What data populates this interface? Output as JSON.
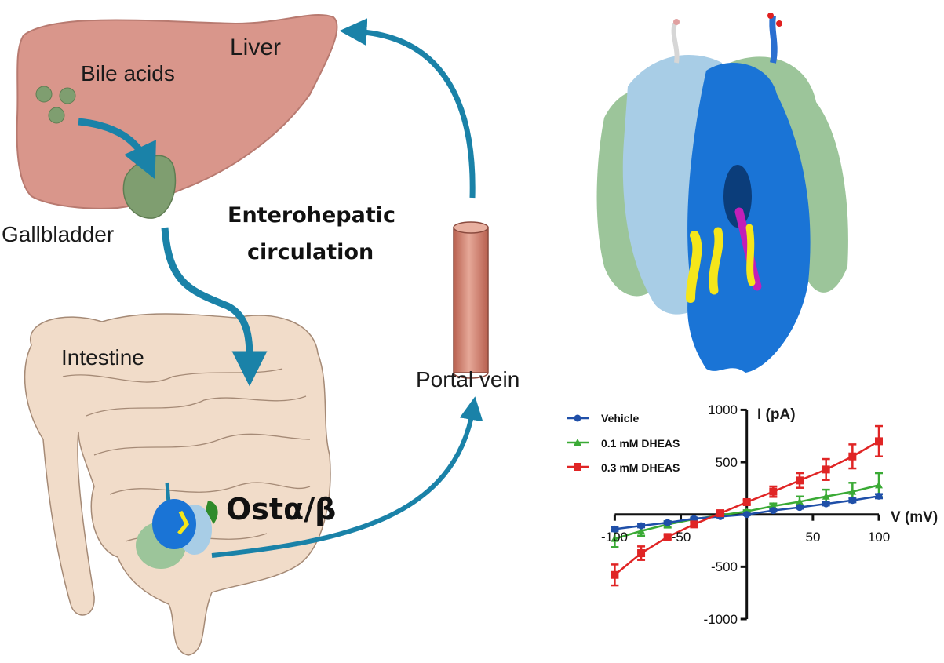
{
  "labels": {
    "liver": "Liver",
    "bile_acids": "Bile acids",
    "gallbladder": "Gallbladder",
    "cycle_line1": "Enterohepatic",
    "cycle_line2": "circulation",
    "intestine": "Intestine",
    "portal_vein": "Portal vein",
    "transporter": "Ostα/β"
  },
  "colors": {
    "arrow": "#1a82a8",
    "liver": "#d9968b",
    "gallbladder": "#7f9e70",
    "intestine": "#f1dcc9",
    "vein": "#c9786a",
    "protein_dark": "#1a74d6",
    "protein_light": "#a8cde6",
    "protein_green": "#9cc59a"
  },
  "chart_data": {
    "type": "line",
    "title": "",
    "xlabel": "V (mV)",
    "ylabel": "I (pA)",
    "xlim": [
      -100,
      100
    ],
    "ylim": [
      -1000,
      1000
    ],
    "x_ticks": [
      "-100",
      "-50",
      "50",
      "100"
    ],
    "x_tick_values": [
      -100,
      -50,
      50,
      100
    ],
    "y_ticks": [
      "1000",
      "500",
      "-500",
      "-1000"
    ],
    "y_tick_values": [
      1000,
      500,
      -500,
      -1000
    ],
    "legend_position": "top-left",
    "x": [
      -100,
      -80,
      -60,
      -40,
      -20,
      0,
      20,
      40,
      60,
      80,
      100
    ],
    "series": [
      {
        "name": "Vehicle",
        "color": "#1f4fa8",
        "marker": "circle",
        "values": [
          -140,
          -108,
          -78,
          -40,
          -20,
          0,
          38,
          68,
          102,
          135,
          175
        ],
        "errors": [
          20,
          15,
          12,
          10,
          8,
          8,
          10,
          12,
          15,
          18,
          20
        ]
      },
      {
        "name": "0.1 mM DHEAS",
        "color": "#3aaa35",
        "marker": "triangle",
        "values": [
          -232,
          -158,
          -95,
          -45,
          -8,
          30,
          80,
          122,
          172,
          218,
          280
        ],
        "errors": [
          80,
          45,
          30,
          15,
          10,
          10,
          25,
          50,
          65,
          85,
          115
        ]
      },
      {
        "name": "0.3 mM DHEAS",
        "color": "#e02525",
        "marker": "square",
        "values": [
          -578,
          -370,
          -215,
          -95,
          12,
          118,
          218,
          325,
          430,
          555,
          700
        ],
        "errors": [
          100,
          65,
          20,
          20,
          15,
          20,
          50,
          70,
          100,
          115,
          145
        ]
      }
    ]
  }
}
